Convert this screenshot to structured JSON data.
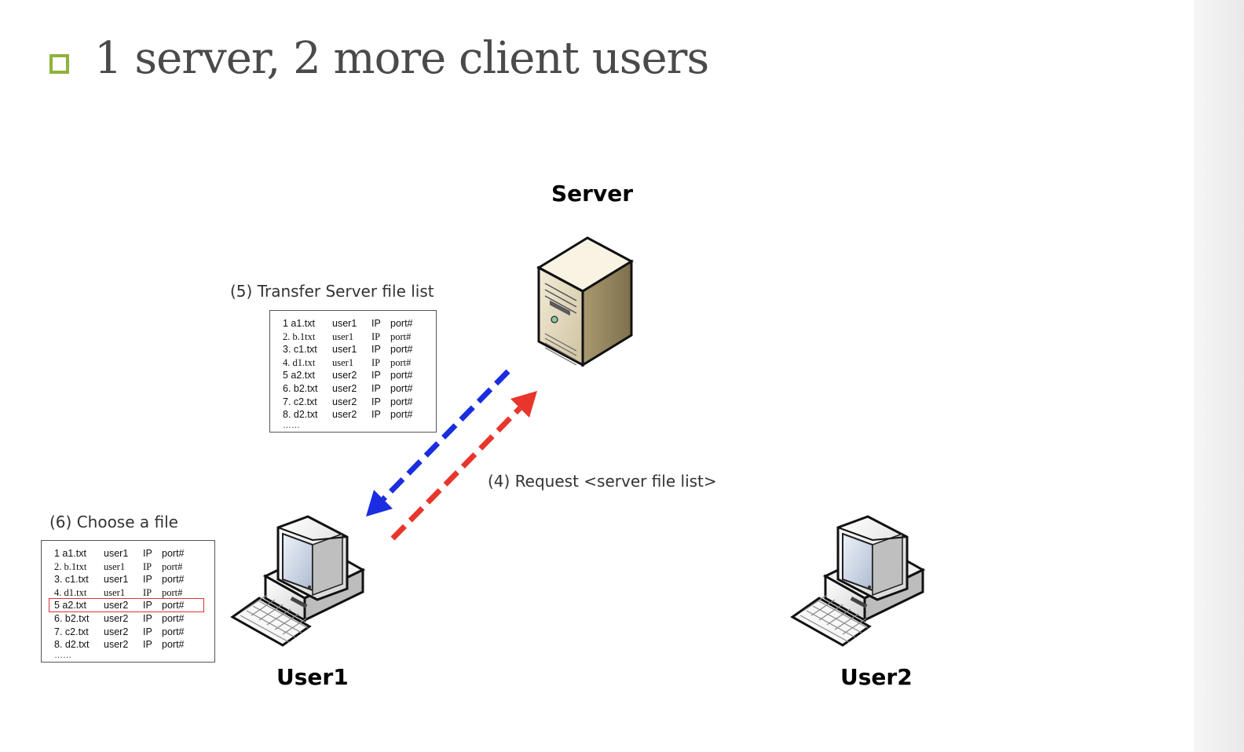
{
  "header": {
    "title": "1 server, 2 more client users"
  },
  "nodes": {
    "server": "Server",
    "user1": "User1",
    "user2": "User2"
  },
  "steps": {
    "transfer": "(5) Transfer Server file list",
    "request": "(4) Request <server file list>",
    "choose": "(6) Choose a file"
  },
  "server_list": {
    "rows": [
      {
        "num": "1 a1.txt",
        "user": "user1",
        "ip": "IP",
        "port": "port#"
      },
      {
        "num": "2. b.1txt",
        "user": "user1",
        "ip": "IP",
        "port": "port#"
      },
      {
        "num": "3. c1.txt",
        "user": "user1",
        "ip": "IP",
        "port": "port#"
      },
      {
        "num": "4. d1.txt",
        "user": "user1",
        "ip": "IP",
        "port": "port#"
      },
      {
        "num": "5 a2.txt",
        "user": "user2",
        "ip": "IP",
        "port": "port#"
      },
      {
        "num": "6. b2.txt",
        "user": "user2",
        "ip": "IP",
        "port": "port#"
      },
      {
        "num": "7. c2.txt",
        "user": "user2",
        "ip": "IP",
        "port": "port#"
      },
      {
        "num": "8. d2.txt",
        "user": "user2",
        "ip": "IP",
        "port": "port#"
      }
    ],
    "more": "……"
  },
  "client_list": {
    "rows": [
      {
        "num": "1 a1.txt",
        "user": "user1",
        "ip": "IP",
        "port": "port#"
      },
      {
        "num": "2. b.1txt",
        "user": "user1",
        "ip": "IP",
        "port": "port#"
      },
      {
        "num": "3. c1.txt",
        "user": "user1",
        "ip": "IP",
        "port": "port#"
      },
      {
        "num": "4. d1.txt",
        "user": "user1",
        "ip": "IP",
        "port": "port#"
      },
      {
        "num": "5 a2.txt",
        "user": "user2",
        "ip": "IP",
        "port": "port#"
      },
      {
        "num": "6. b2.txt",
        "user": "user2",
        "ip": "IP",
        "port": "port#"
      },
      {
        "num": "7. c2.txt",
        "user": "user2",
        "ip": "IP",
        "port": "port#"
      },
      {
        "num": "8. d2.txt",
        "user": "user2",
        "ip": "IP",
        "port": "port#"
      }
    ],
    "more": "……",
    "selected_index": 4
  },
  "colors": {
    "bullet": "#8fb23a",
    "response_arrow": "#1a2de0",
    "request_arrow": "#e8362c",
    "selection": "#e03030"
  },
  "icons": [
    "server-tower-icon",
    "desktop-computer-icon"
  ]
}
